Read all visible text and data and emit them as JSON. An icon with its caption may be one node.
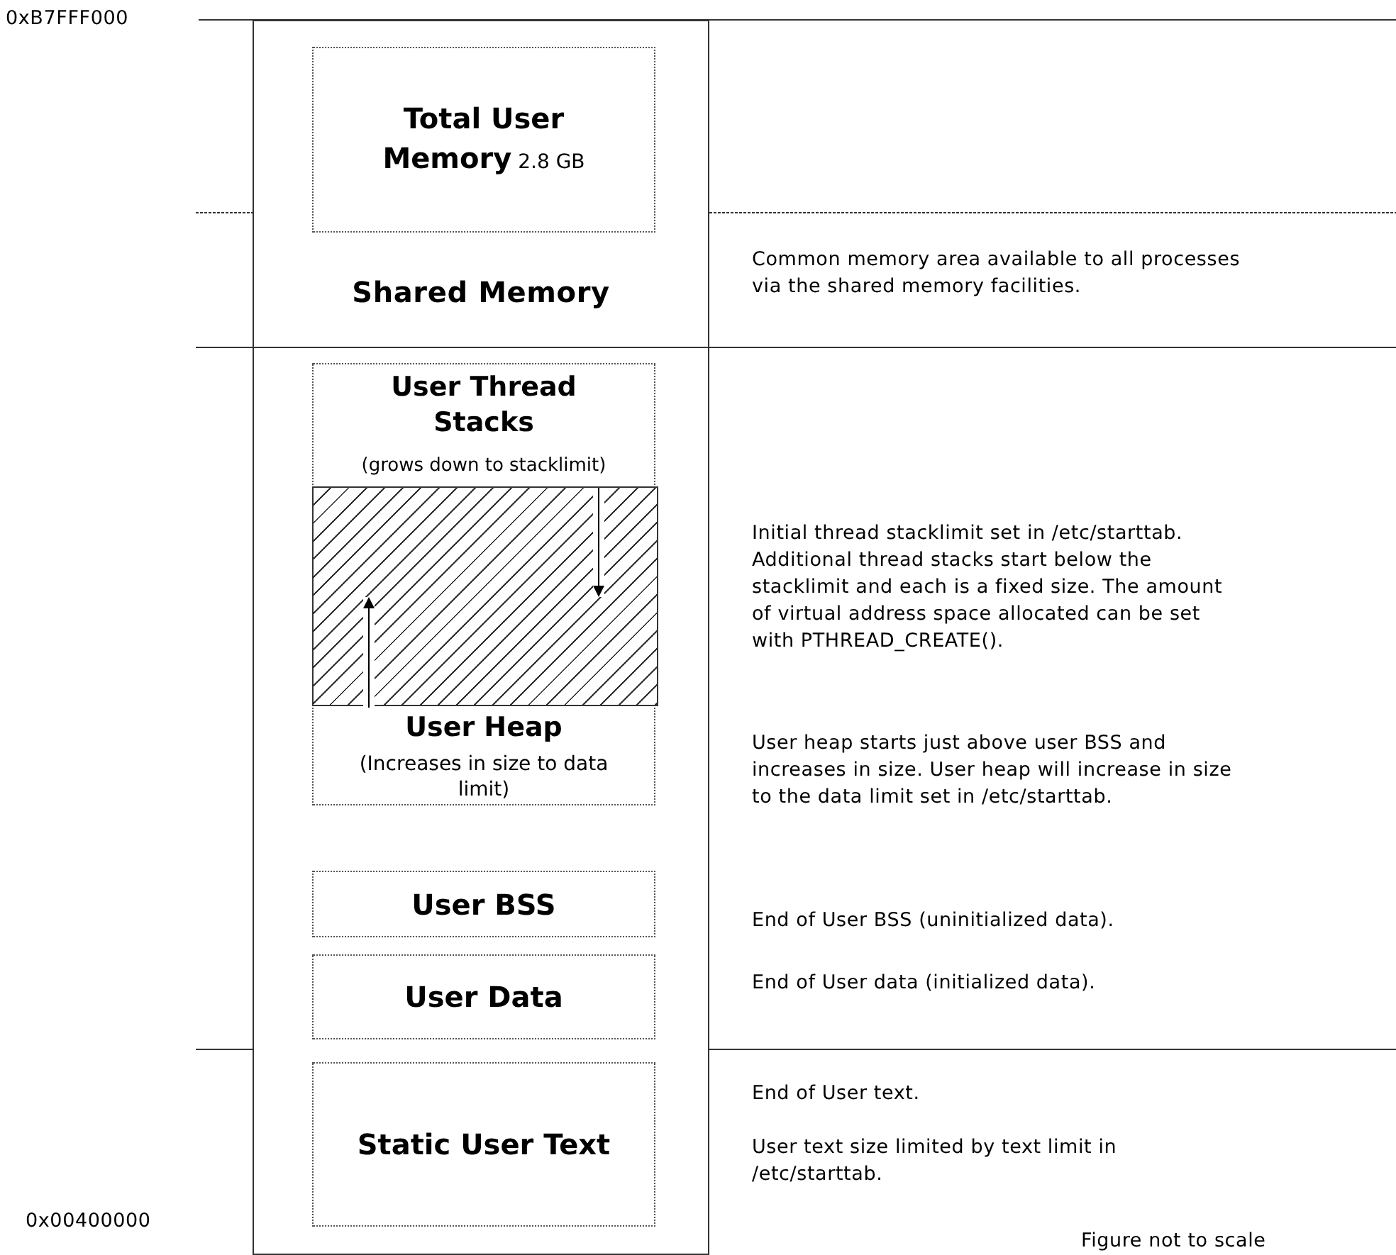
{
  "diagram": {
    "caption": "Figure not to scale",
    "nodes": [
      {
        "text": [],
        "shape": "box"
      },
      {
        "text": [
          "**Total User Memory** 2.8 GB"
        ],
        "in": 0
      },
      {
        "text": [
          "User Thread Stacks",
          "(grows down to stacklimit)",
          "User Heap",
          "(Increases in size to data limit)"
        ],
        "in": 0
      },
      {
        "text": [],
        "shape": "box",
        "in": 2
      },
      {
        "text": [
          "User BSS"
        ],
        "in": 0
      },
      {
        "text": [
          "User Data"
        ],
        "in": 0
      },
      {
        "text": [
          "Static User Text"
        ],
        "in": 0
      }
    ],
    "labels": [
      "0xB7FFF000",
      "Shared Memory",
      "Common memory area available to all processes via the shared memory facilities.",
      "Initial thread stacklimit set in /etc/starttab. Additional thread stacks start below the stacklimit and each is a fixed size. The amount of virtual address space allocated can be set with PTHREAD_CREATE().",
      "User heap starts just above user BSS and increases in size. User heap will increase in size to the data limit set in /etc/starttab.",
      "End of User BSS (uninitialized data).",
      "End of User data (initialized data).",
      "End of User text.",
      "User text size limited by text limit in /etc/starttab.",
      "0x00400000"
    ]
  }
}
